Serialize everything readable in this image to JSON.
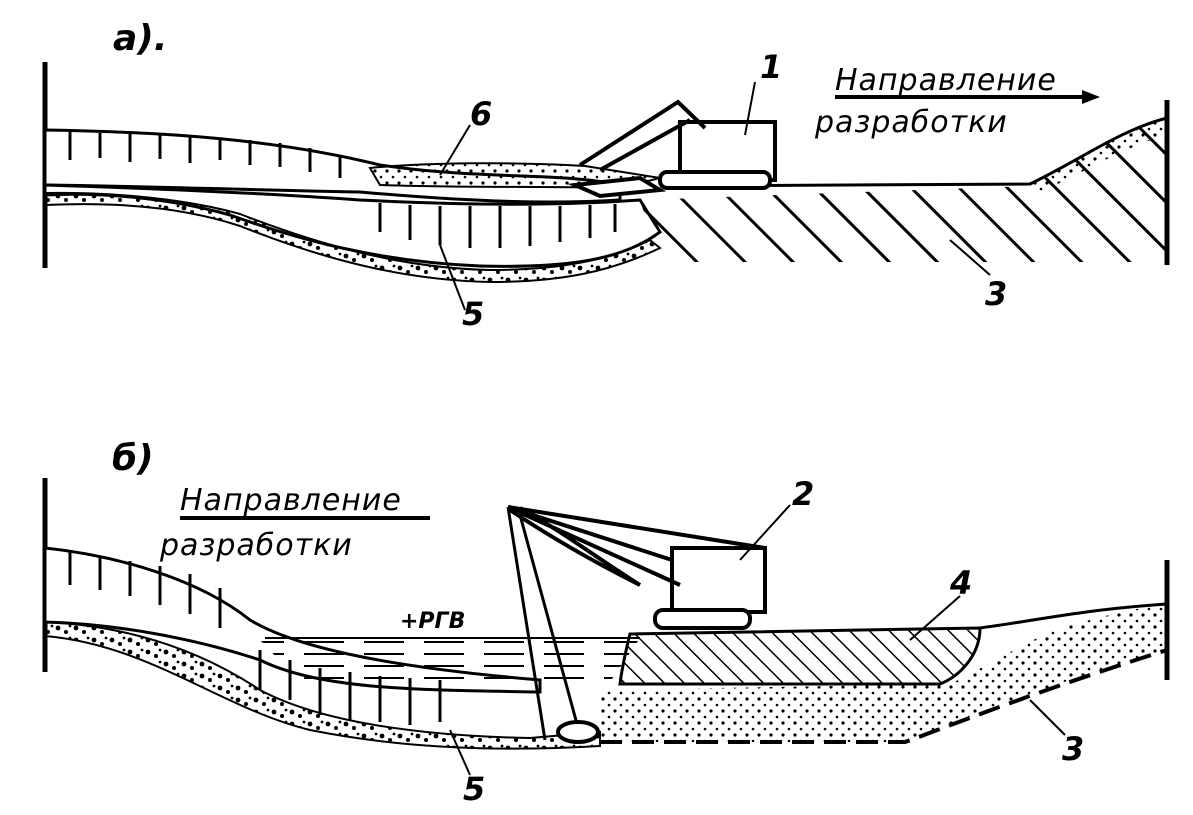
{
  "panel_a": {
    "label": "а).",
    "direction_line1": "Направление",
    "direction_line2": "разработки",
    "callouts": [
      "1",
      "6",
      "5",
      "3"
    ]
  },
  "panel_b": {
    "label": "б)",
    "direction_line1": "Направление",
    "direction_line2": "разработки",
    "water_level": "+РГВ",
    "callouts": [
      "2",
      "4",
      "5",
      "3"
    ]
  }
}
